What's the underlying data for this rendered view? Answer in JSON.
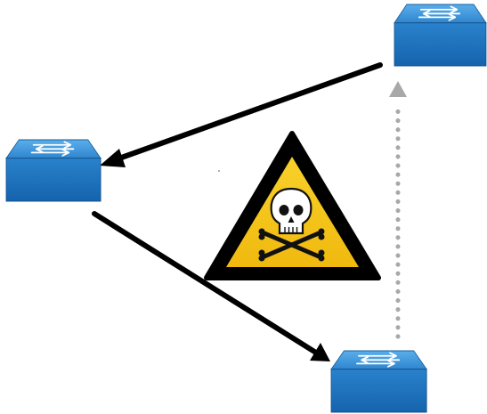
{
  "diagram": {
    "nodes": [
      {
        "id": "switch-top-right",
        "type": "network-switch",
        "icon": "network-switch-icon"
      },
      {
        "id": "switch-left",
        "type": "network-switch",
        "icon": "network-switch-icon"
      },
      {
        "id": "switch-bottom",
        "type": "network-switch",
        "icon": "network-switch-icon"
      }
    ],
    "links": [
      {
        "from": "switch-top-right",
        "to": "switch-left",
        "style": "solid",
        "color": "#000000"
      },
      {
        "from": "switch-left",
        "to": "switch-bottom",
        "style": "solid",
        "color": "#000000"
      },
      {
        "from": "switch-bottom",
        "to": "switch-top-right",
        "style": "dotted",
        "color": "#a8a8a8"
      }
    ],
    "warning_sign": {
      "icon": "skull-crossbones-warning-icon",
      "fill_color": "#f5c518",
      "border_color": "#000000"
    },
    "colors": {
      "switch_top": "#3f97dc",
      "switch_front": "#1f74bf",
      "switch_arrows": "#ffffff"
    }
  }
}
